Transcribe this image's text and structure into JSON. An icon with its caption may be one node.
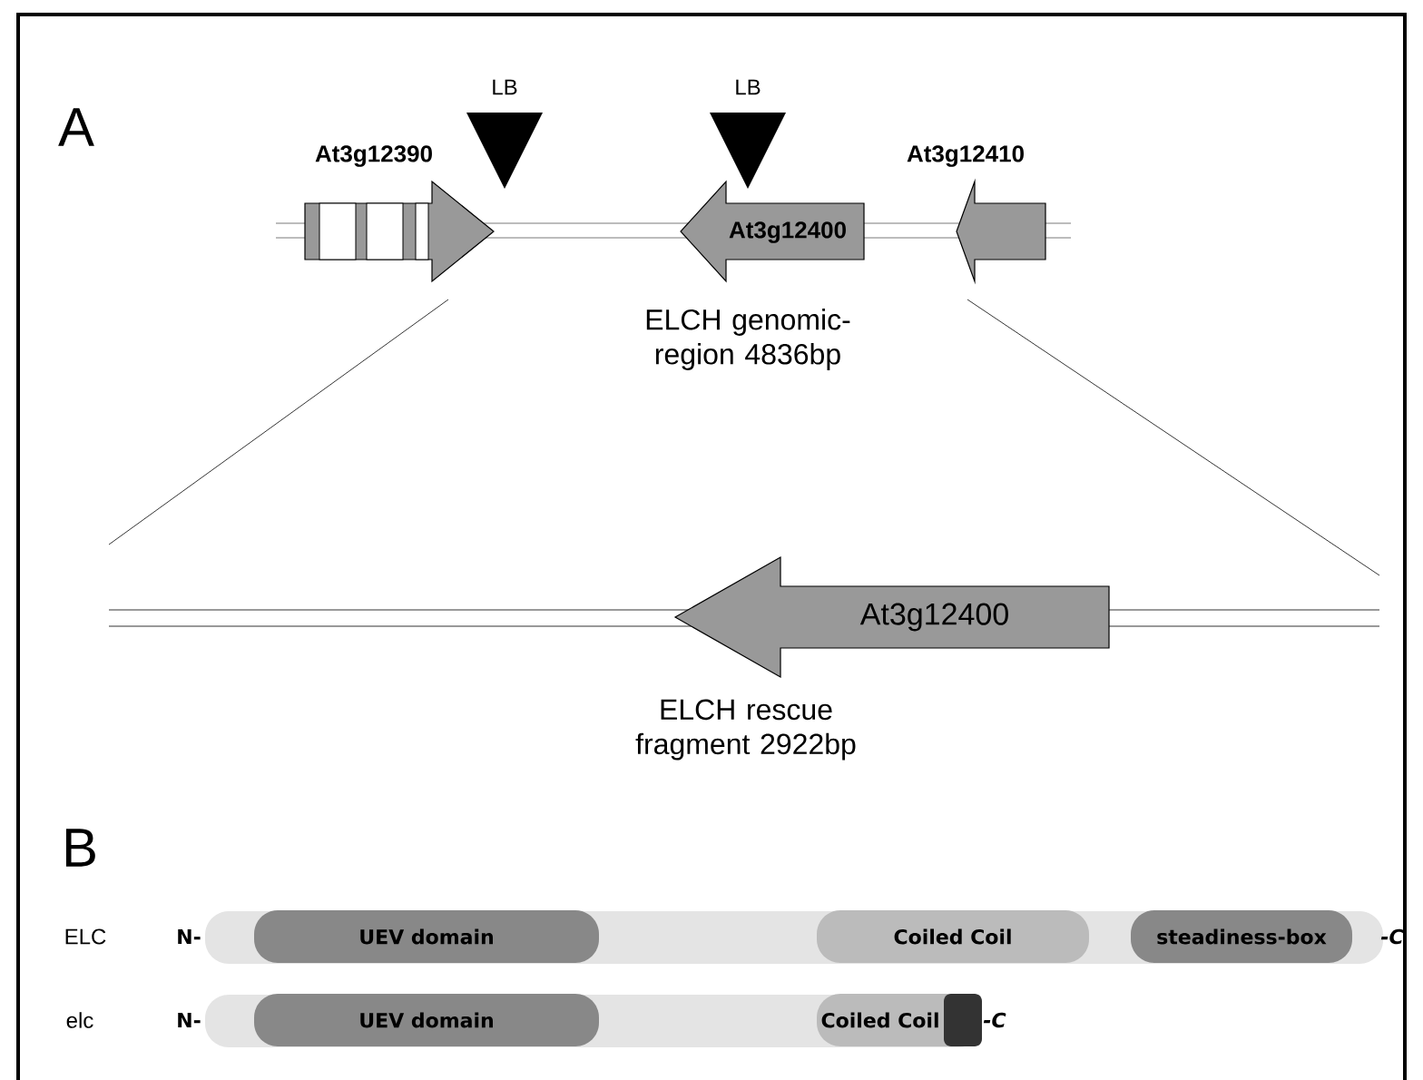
{
  "diagram": {
    "nodes": [
      {
        "text": [
          "LB"
        ]
      },
      {
        "text": [
          "LB"
        ]
      },
      {
        "text": [
          "At3g12390"
        ]
      },
      {
        "text": [
          "At3g12400"
        ]
      },
      {
        "text": [
          "At3g12410"
        ]
      },
      {
        "text": [
          "At3g12400"
        ]
      },
      {
        "text": [
          "UEV domain"
        ]
      },
      {
        "text": [
          "Coiled Coil"
        ]
      },
      {
        "text": [
          "steadiness-box"
        ]
      },
      {
        "text": [
          "UEV domain"
        ]
      },
      {
        "text": [
          "Coiled Coil"
        ]
      }
    ],
    "labels": [
      "A",
      "ELCH genomic-region 4836bp",
      "ELCH rescue fragment 2922bp",
      "B",
      "ELC",
      "N-",
      "-C",
      "elc",
      "N-",
      "-C"
    ]
  }
}
